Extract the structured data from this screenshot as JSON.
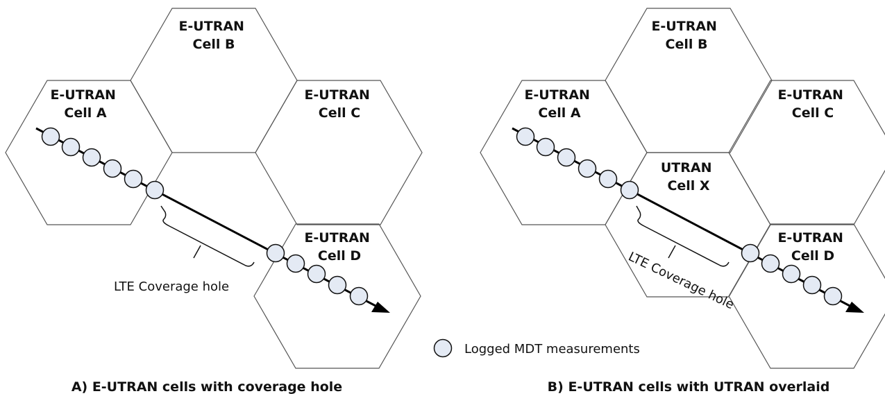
{
  "panels": {
    "a": {
      "caption": "A) E-UTRAN cells with coverage hole",
      "cells": {
        "a": {
          "line1": "E-UTRAN",
          "line2": "Cell A"
        },
        "b": {
          "line1": "E-UTRAN",
          "line2": "Cell B"
        },
        "c": {
          "line1": "E-UTRAN",
          "line2": "Cell C"
        },
        "d": {
          "line1": "E-UTRAN",
          "line2": "Cell D"
        }
      },
      "hole_label": "LTE Coverage hole"
    },
    "b": {
      "caption": "B) E-UTRAN cells with UTRAN overlaid",
      "cells": {
        "a": {
          "line1": "E-UTRAN",
          "line2": "Cell A"
        },
        "b": {
          "line1": "E-UTRAN",
          "line2": "Cell B"
        },
        "c": {
          "line1": "E-UTRAN",
          "line2": "Cell C"
        },
        "d": {
          "line1": "E-UTRAN",
          "line2": "Cell D"
        },
        "x": {
          "line1": "UTRAN",
          "line2": "Cell X"
        }
      },
      "hole_label": "LTE Coverage hole"
    }
  },
  "legend": {
    "label": "Logged MDT measurements"
  },
  "colors": {
    "measurement_fill": "#e4eaf4",
    "outline": "#555555"
  }
}
